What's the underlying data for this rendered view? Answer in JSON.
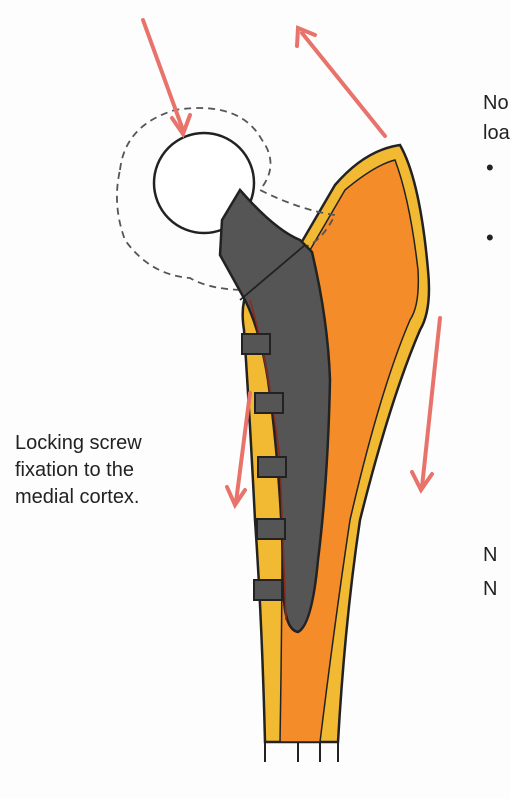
{
  "caption": "Locking screw\nfixation to the\nmedial cortex.",
  "note_top": {
    "line1": "No",
    "line2": "loa"
  },
  "note_bottom": {
    "line1": "N",
    "line2": "N"
  },
  "bullets": [
    "•",
    "•"
  ],
  "colors": {
    "bone_outer": "#f2b933",
    "bone_inner": "#f48c2a",
    "implant": "#555555",
    "arrow": "#e8736a",
    "outline": "#222222",
    "head_outline_dashed": "#555555"
  },
  "icons": [
    "red-force-arrow",
    "locking-screw"
  ]
}
